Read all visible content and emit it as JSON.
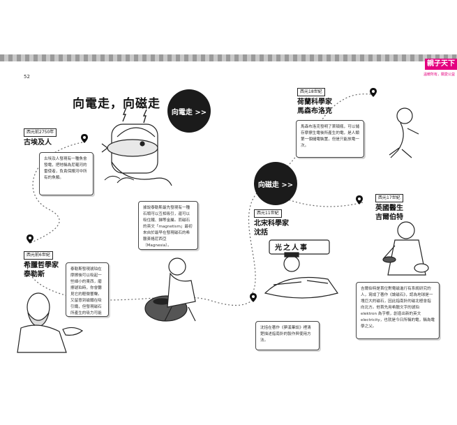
{
  "page": {
    "number": "52"
  },
  "brand": {
    "logo": "親子天下",
    "tagline": "溫暖所有，關愛公益"
  },
  "title": "向電走，向磁走",
  "bubbles": {
    "electric": "向電走 >>",
    "magnetic": "向磁走 >>"
  },
  "milestones": [
    {
      "id": "egypt",
      "era": "西元前2750年",
      "name": "古埃及人",
      "text": "古埃及人發現有一種魚會發電，把牠稱為尼羅河的雷使者，負責保護河中所有的魚類。"
    },
    {
      "id": "thales",
      "era": "西元前6世紀",
      "name": "希臘哲學家\n泰勒斯",
      "text": "泰勒斯發現琥珀在摩擦後可以吸起一些細小的東西，磨擦琥珀時，你會聽見它的輕微響聲。又留意到磁鐵在吸引鐵，但發現磁石所產生的吸力可能不一樣。"
    },
    {
      "id": "shen",
      "era": "西元11世紀",
      "name": "北宋科學家\n沈括",
      "text": "沈括在著作《夢溪筆談》裡清楚描述指南針的製作與使用方法。"
    },
    {
      "id": "gilbert",
      "era": "西元17世紀",
      "name": "英國醫生\n吉爾伯特",
      "text": "吉爾伯特是首位對電磁進行有系統研究的人，寫成了著作《論磁石》，認為地球是一塊巨大的磁石，因此指南針的磁北極會指向北方。他首先用希臘文字的琥珀 elektron 為字根，創造出新的英文 electricity，也就是今日所稱的電，稱為電學之父。"
    },
    {
      "id": "musschenbroek",
      "era": "西元18世紀",
      "name": "荷蘭科學家\n馬森布洛克",
      "text": "馬森布洛克發明了萊頓瓶，可以儲存摩擦生電後所產生的電，是人類第一個儲電裝置，但是只能放電一次。"
    }
  ],
  "magnetite_note": {
    "text": "據說泰勒斯最先發現有一種石頭可以互相吸引，還可以吸住鐵、銻等金屬。而磁石的英文「magnetism」最初來自於最早在發現磁石的希臘麥格尼西亞（Magnesia）。"
  },
  "scroll_sign": "光之人事"
}
